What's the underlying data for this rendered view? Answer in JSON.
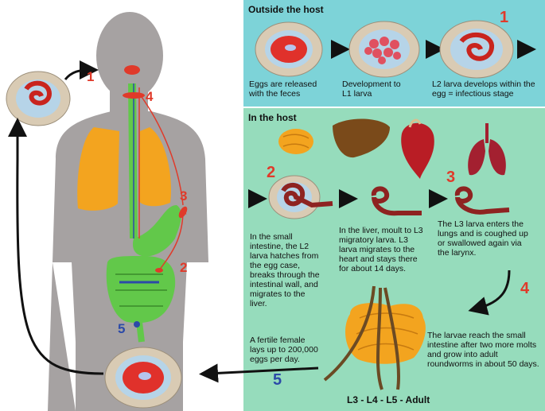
{
  "panels": {
    "outside_title": "Outside the host",
    "inside_title": "In the host"
  },
  "outside_steps": [
    {
      "text": "Eggs are released\nwith the feces"
    },
    {
      "text": "Development to\nL1 larva"
    },
    {
      "text": "L2 larva develops within the\negg = infectious stage"
    }
  ],
  "host_steps": {
    "small_intestine": "In the small\nintestine, the L2\nlarva hatches from\nthe egg case,\nbreaks through the\nintestinal wall, and\nmigrates to the\nliver.",
    "liver": "In the liver, moult to L3\nmigratory larva. L3\nlarva migrates to the\nheart and stays there\nfor about 14 days.",
    "lungs": "The L3 larva enters the\nlungs and is coughed up\nor swallowed again via\nthe larynx.",
    "adult": "The larvae reach the small\nintestine after two more molts\nand grow into adult\nroundworms in about 50 days.",
    "female": "A fertile female\nlays up to 200,000\neggs per day.",
    "stages": "L3 - L4 - L5 - Adult"
  },
  "markers": {
    "one": "1",
    "two": "2",
    "three": "3",
    "four": "4",
    "five": "5"
  },
  "colors": {
    "outside_bg": "#7dd3d8",
    "host_bg": "#96dcbc",
    "body": "#a6a2a2",
    "lung": "#f3a41f",
    "gut": "#62c84a",
    "egg_shell": "#d9cbb4",
    "egg_core": "#e0312b",
    "worm": "#8e2321",
    "marker_red": "#e03a2a",
    "marker_blue": "#2c4aa8"
  }
}
